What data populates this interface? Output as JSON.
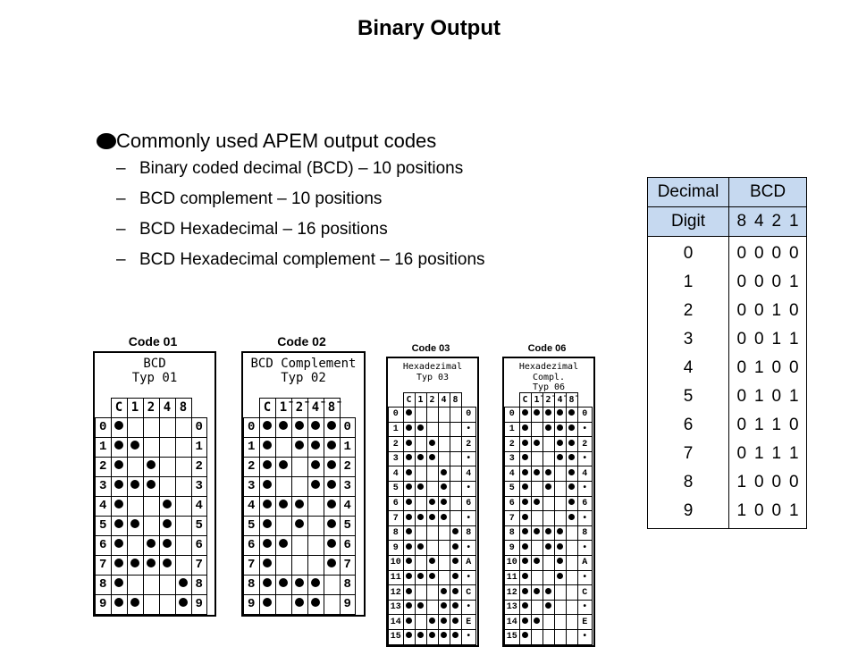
{
  "title": "Binary Output",
  "bullets": {
    "main": "Commonly used APEM output codes",
    "subs": [
      "Binary coded decimal (BCD) – 10 positions",
      "BCD complement – 10 positions",
      "BCD Hexadecimal – 16 positions",
      "BCD Hexadecimal complement – 16 positions"
    ]
  },
  "bcd_table": {
    "header_decimal": [
      "Decimal",
      "Digit"
    ],
    "header_bcd": "BCD",
    "weights": [
      "8",
      "4",
      "2",
      "1"
    ],
    "rows": [
      {
        "digit": "0",
        "bits": [
          "0",
          "0",
          "0",
          "0"
        ]
      },
      {
        "digit": "1",
        "bits": [
          "0",
          "0",
          "0",
          "1"
        ]
      },
      {
        "digit": "2",
        "bits": [
          "0",
          "0",
          "1",
          "0"
        ]
      },
      {
        "digit": "3",
        "bits": [
          "0",
          "0",
          "1",
          "1"
        ]
      },
      {
        "digit": "4",
        "bits": [
          "0",
          "1",
          "0",
          "0"
        ]
      },
      {
        "digit": "5",
        "bits": [
          "0",
          "1",
          "0",
          "1"
        ]
      },
      {
        "digit": "6",
        "bits": [
          "0",
          "1",
          "1",
          "0"
        ]
      },
      {
        "digit": "7",
        "bits": [
          "0",
          "1",
          "1",
          "1"
        ]
      },
      {
        "digit": "8",
        "bits": [
          "1",
          "0",
          "0",
          "0"
        ]
      },
      {
        "digit": "9",
        "bits": [
          "1",
          "0",
          "0",
          "1"
        ]
      }
    ]
  },
  "code_charts": [
    {
      "label": "Code 01",
      "caption": [
        "BCD",
        "Typ 01"
      ],
      "columns": [
        "C",
        "1",
        "2",
        "4",
        "8"
      ],
      "rows": [
        {
          "pos": "0",
          "dots": [
            1,
            0,
            0,
            0,
            0
          ],
          "out": "0"
        },
        {
          "pos": "1",
          "dots": [
            1,
            1,
            0,
            0,
            0
          ],
          "out": "1"
        },
        {
          "pos": "2",
          "dots": [
            1,
            0,
            1,
            0,
            0
          ],
          "out": "2"
        },
        {
          "pos": "3",
          "dots": [
            1,
            1,
            1,
            0,
            0
          ],
          "out": "3"
        },
        {
          "pos": "4",
          "dots": [
            1,
            0,
            0,
            1,
            0
          ],
          "out": "4"
        },
        {
          "pos": "5",
          "dots": [
            1,
            1,
            0,
            1,
            0
          ],
          "out": "5"
        },
        {
          "pos": "6",
          "dots": [
            1,
            0,
            1,
            1,
            0
          ],
          "out": "6"
        },
        {
          "pos": "7",
          "dots": [
            1,
            1,
            1,
            1,
            0
          ],
          "out": "7"
        },
        {
          "pos": "8",
          "dots": [
            1,
            0,
            0,
            0,
            1
          ],
          "out": "8"
        },
        {
          "pos": "9",
          "dots": [
            1,
            1,
            0,
            0,
            1
          ],
          "out": "9"
        }
      ]
    },
    {
      "label": "Code 02",
      "caption": [
        "BCD Complement",
        "Typ 02"
      ],
      "columns": [
        "C",
        "1̄",
        "2̄",
        "4̄",
        "8̄"
      ],
      "rows": [
        {
          "pos": "0",
          "dots": [
            1,
            1,
            1,
            1,
            1
          ],
          "out": "0"
        },
        {
          "pos": "1",
          "dots": [
            1,
            0,
            1,
            1,
            1
          ],
          "out": "1"
        },
        {
          "pos": "2",
          "dots": [
            1,
            1,
            0,
            1,
            1
          ],
          "out": "2"
        },
        {
          "pos": "3",
          "dots": [
            1,
            0,
            0,
            1,
            1
          ],
          "out": "3"
        },
        {
          "pos": "4",
          "dots": [
            1,
            1,
            1,
            0,
            1
          ],
          "out": "4"
        },
        {
          "pos": "5",
          "dots": [
            1,
            0,
            1,
            0,
            1
          ],
          "out": "5"
        },
        {
          "pos": "6",
          "dots": [
            1,
            1,
            0,
            0,
            1
          ],
          "out": "6"
        },
        {
          "pos": "7",
          "dots": [
            1,
            0,
            0,
            0,
            1
          ],
          "out": "7"
        },
        {
          "pos": "8",
          "dots": [
            1,
            1,
            1,
            1,
            0
          ],
          "out": "8"
        },
        {
          "pos": "9",
          "dots": [
            1,
            0,
            1,
            1,
            0
          ],
          "out": "9"
        }
      ]
    },
    {
      "label": "Code 03",
      "caption": [
        "Hexadezimal",
        "Typ 03"
      ],
      "columns": [
        "C",
        "1",
        "2",
        "4",
        "8"
      ],
      "rows": [
        {
          "pos": "0",
          "dots": [
            1,
            0,
            0,
            0,
            0
          ],
          "out": "0"
        },
        {
          "pos": "1",
          "dots": [
            1,
            1,
            0,
            0,
            0
          ],
          "out": "•"
        },
        {
          "pos": "2",
          "dots": [
            1,
            0,
            1,
            0,
            0
          ],
          "out": "2"
        },
        {
          "pos": "3",
          "dots": [
            1,
            1,
            1,
            0,
            0
          ],
          "out": "•"
        },
        {
          "pos": "4",
          "dots": [
            1,
            0,
            0,
            1,
            0
          ],
          "out": "4"
        },
        {
          "pos": "5",
          "dots": [
            1,
            1,
            0,
            1,
            0
          ],
          "out": "•"
        },
        {
          "pos": "6",
          "dots": [
            1,
            0,
            1,
            1,
            0
          ],
          "out": "6"
        },
        {
          "pos": "7",
          "dots": [
            1,
            1,
            1,
            1,
            0
          ],
          "out": "•"
        },
        {
          "pos": "8",
          "dots": [
            1,
            0,
            0,
            0,
            1
          ],
          "out": "8"
        },
        {
          "pos": "9",
          "dots": [
            1,
            1,
            0,
            0,
            1
          ],
          "out": "•"
        },
        {
          "pos": "10",
          "dots": [
            1,
            0,
            1,
            0,
            1
          ],
          "out": "A"
        },
        {
          "pos": "11",
          "dots": [
            1,
            1,
            1,
            0,
            1
          ],
          "out": "•"
        },
        {
          "pos": "12",
          "dots": [
            1,
            0,
            0,
            1,
            1
          ],
          "out": "C"
        },
        {
          "pos": "13",
          "dots": [
            1,
            1,
            0,
            1,
            1
          ],
          "out": "•"
        },
        {
          "pos": "14",
          "dots": [
            1,
            0,
            1,
            1,
            1
          ],
          "out": "E"
        },
        {
          "pos": "15",
          "dots": [
            1,
            1,
            1,
            1,
            1
          ],
          "out": "•"
        }
      ]
    },
    {
      "label": "Code 06",
      "caption": [
        "Hexadezimal Compl.",
        "Typ 06"
      ],
      "columns": [
        "C",
        "1̄",
        "2̄",
        "4̄",
        "8̄"
      ],
      "rows": [
        {
          "pos": "0",
          "dots": [
            1,
            1,
            1,
            1,
            1
          ],
          "out": "0"
        },
        {
          "pos": "1",
          "dots": [
            1,
            0,
            1,
            1,
            1
          ],
          "out": "•"
        },
        {
          "pos": "2",
          "dots": [
            1,
            1,
            0,
            1,
            1
          ],
          "out": "2"
        },
        {
          "pos": "3",
          "dots": [
            1,
            0,
            0,
            1,
            1
          ],
          "out": "•"
        },
        {
          "pos": "4",
          "dots": [
            1,
            1,
            1,
            0,
            1
          ],
          "out": "4"
        },
        {
          "pos": "5",
          "dots": [
            1,
            0,
            1,
            0,
            1
          ],
          "out": "•"
        },
        {
          "pos": "6",
          "dots": [
            1,
            1,
            0,
            0,
            1
          ],
          "out": "6"
        },
        {
          "pos": "7",
          "dots": [
            1,
            0,
            0,
            0,
            1
          ],
          "out": "•"
        },
        {
          "pos": "8",
          "dots": [
            1,
            1,
            1,
            1,
            0
          ],
          "out": "8"
        },
        {
          "pos": "9",
          "dots": [
            1,
            0,
            1,
            1,
            0
          ],
          "out": "•"
        },
        {
          "pos": "10",
          "dots": [
            1,
            1,
            0,
            1,
            0
          ],
          "out": "A"
        },
        {
          "pos": "11",
          "dots": [
            1,
            0,
            0,
            1,
            0
          ],
          "out": "•"
        },
        {
          "pos": "12",
          "dots": [
            1,
            1,
            1,
            0,
            0
          ],
          "out": "C"
        },
        {
          "pos": "13",
          "dots": [
            1,
            0,
            1,
            0,
            0
          ],
          "out": "•"
        },
        {
          "pos": "14",
          "dots": [
            1,
            1,
            0,
            0,
            0
          ],
          "out": "E"
        },
        {
          "pos": "15",
          "dots": [
            1,
            0,
            0,
            0,
            0
          ],
          "out": "•"
        }
      ]
    }
  ]
}
